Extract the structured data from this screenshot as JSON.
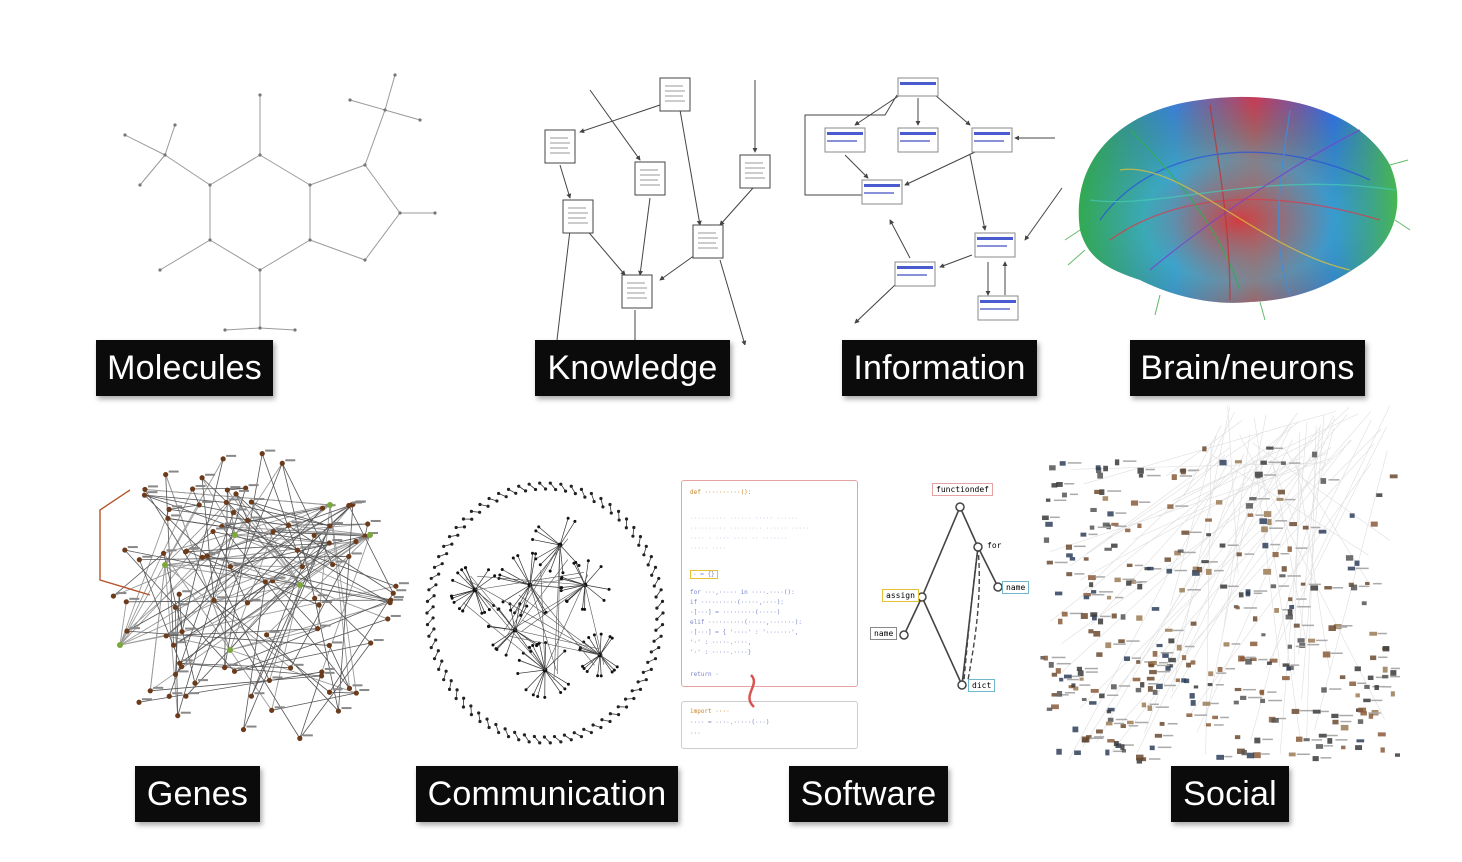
{
  "labels": {
    "molecules": "Molecules",
    "knowledge": "Knowledge",
    "information": "Information",
    "brain": "Brain/neurons",
    "genes": "Genes",
    "communication": "Communication",
    "software": "Software",
    "social": "Social"
  },
  "software_tree": {
    "root": "functiondef",
    "assign": "assign",
    "name_left": "name",
    "name_right": "name",
    "for": "for",
    "dict": "dict"
  },
  "colors": {
    "label_bg": "#0b0b0b",
    "label_text": "#ffffff",
    "line": "#555555",
    "gene_accent": "#b5552a",
    "code_border": "#e6a3a3"
  }
}
